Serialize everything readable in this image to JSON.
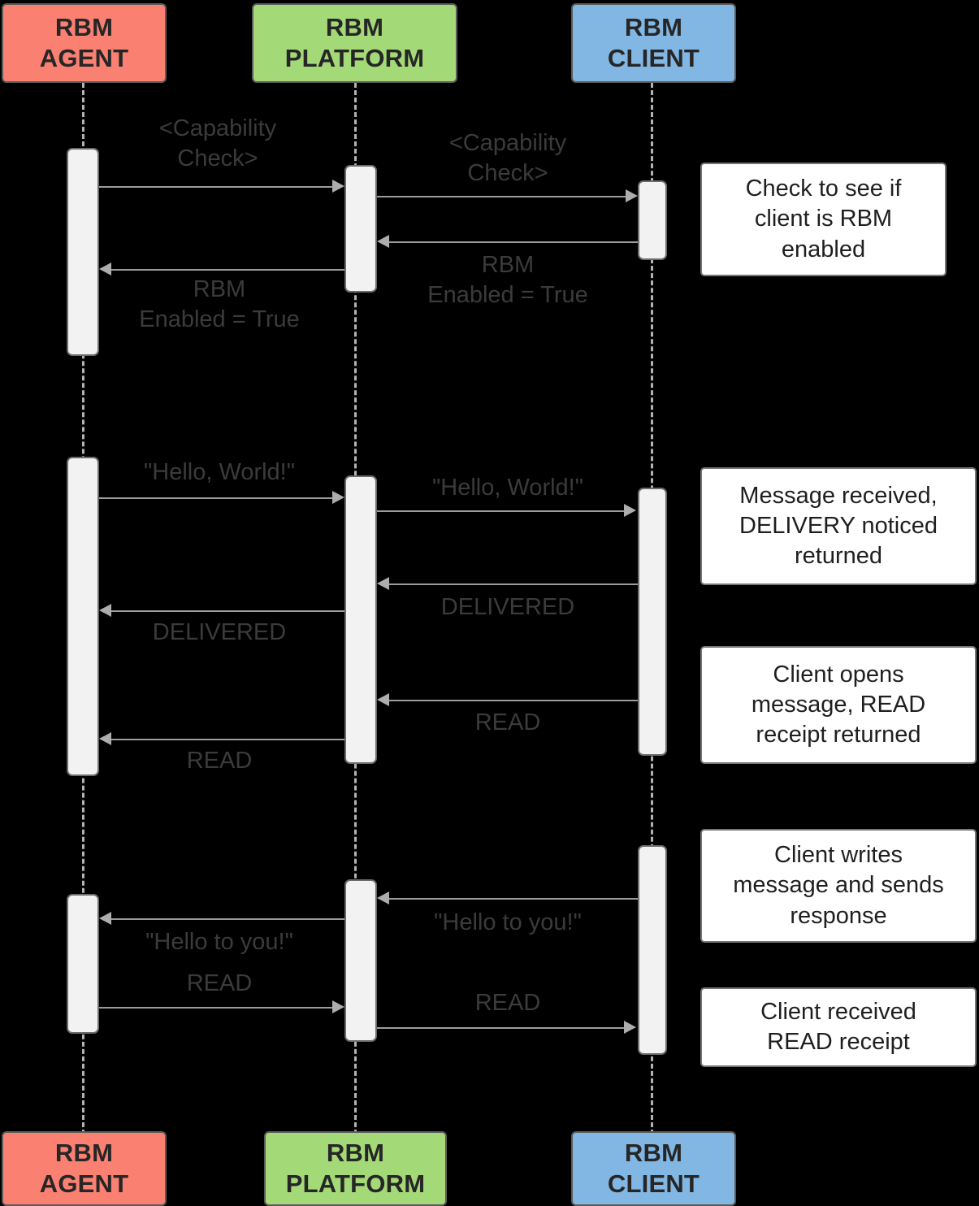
{
  "diagram": {
    "title": "RBM message sequence diagram",
    "background_color": "#000000",
    "participants": [
      {
        "id": "agent",
        "line1": "RBM",
        "line2": "AGENT",
        "color": "#FA8072",
        "border_color": "#5b5b5b"
      },
      {
        "id": "platform",
        "line1": "RBM",
        "line2": "PLATFORM",
        "color": "#A3D977",
        "border_color": "#5b5b5b"
      },
      {
        "id": "client",
        "line1": "RBM",
        "line2": "CLIENT",
        "color": "#82B7E3",
        "border_color": "#5b5b5b"
      }
    ],
    "messages": [
      {
        "id": "m1",
        "label": "<Capability\nCheck>",
        "from": "agent",
        "to": "platform",
        "direction": "right"
      },
      {
        "id": "m2",
        "label": "<Capability\nCheck>",
        "from": "platform",
        "to": "client",
        "direction": "right"
      },
      {
        "id": "m3",
        "label": "RBM\nEnabled = True",
        "from": "client",
        "to": "platform",
        "direction": "left"
      },
      {
        "id": "m4",
        "label": "RBM\nEnabled = True",
        "from": "platform",
        "to": "agent",
        "direction": "left"
      },
      {
        "id": "m5",
        "label": "\"Hello, World!\"",
        "from": "agent",
        "to": "platform",
        "direction": "right"
      },
      {
        "id": "m6",
        "label": "\"Hello, World!\"",
        "from": "platform",
        "to": "client",
        "direction": "right"
      },
      {
        "id": "m7",
        "label": "DELIVERED",
        "from": "client",
        "to": "platform",
        "direction": "left"
      },
      {
        "id": "m8",
        "label": "DELIVERED",
        "from": "platform",
        "to": "agent",
        "direction": "left"
      },
      {
        "id": "m9",
        "label": "READ",
        "from": "client",
        "to": "platform",
        "direction": "left"
      },
      {
        "id": "m10",
        "label": "READ",
        "from": "platform",
        "to": "agent",
        "direction": "left"
      },
      {
        "id": "m11",
        "label": "\"Hello to you!\"",
        "from": "client",
        "to": "platform",
        "direction": "left"
      },
      {
        "id": "m12",
        "label": "\"Hello to you!\"",
        "from": "platform",
        "to": "agent",
        "direction": "left"
      },
      {
        "id": "m13",
        "label": "READ",
        "from": "agent",
        "to": "platform",
        "direction": "right"
      },
      {
        "id": "m14",
        "label": "READ",
        "from": "platform",
        "to": "client",
        "direction": "right"
      }
    ],
    "notes": [
      {
        "id": "n1",
        "text": "Check to see if\nclient is RBM\nenabled"
      },
      {
        "id": "n2",
        "text": "Message received,\nDELIVERY noticed\nreturned"
      },
      {
        "id": "n3",
        "text": "Client opens\nmessage, READ\nreceipt returned"
      },
      {
        "id": "n4",
        "text": "Client writes\nmessage and sends\nresponse"
      },
      {
        "id": "n5",
        "text": "Client received\nREAD receipt"
      }
    ]
  }
}
